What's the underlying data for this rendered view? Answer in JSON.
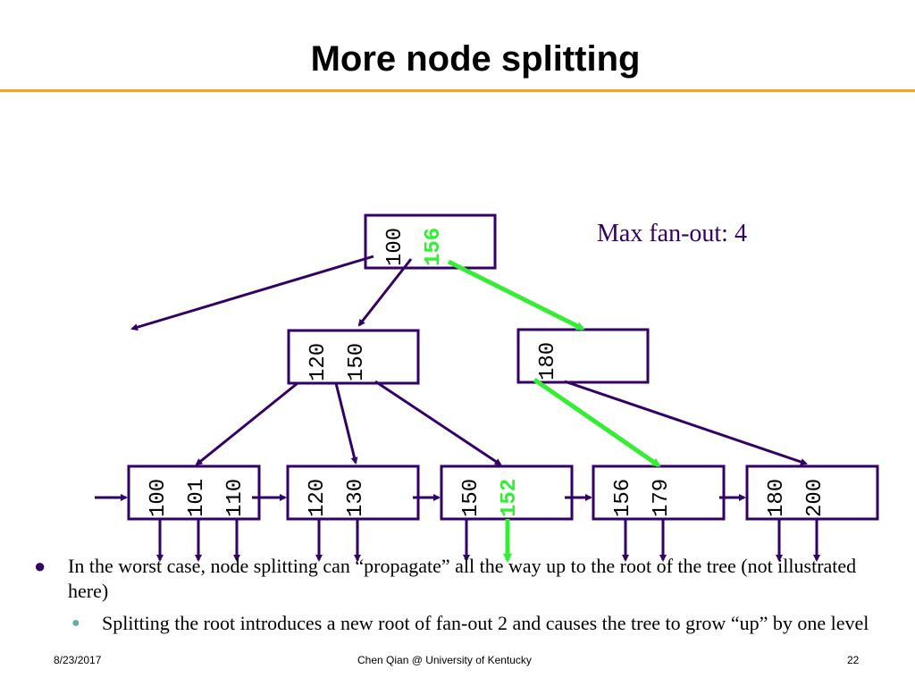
{
  "slide": {
    "title": "More node splitting",
    "annotation": "Max fan-out: 4"
  },
  "tree": {
    "root": {
      "keys": [
        "100",
        "156"
      ],
      "new_key": "156"
    },
    "internal": [
      {
        "keys": [
          "120",
          "150"
        ]
      },
      {
        "keys": [
          "180"
        ]
      }
    ],
    "leaves": [
      {
        "keys": [
          "100",
          "101",
          "110"
        ]
      },
      {
        "keys": [
          "120",
          "130"
        ]
      },
      {
        "keys": [
          "150",
          "152"
        ],
        "new_key": "152"
      },
      {
        "keys": [
          "156",
          "179"
        ]
      },
      {
        "keys": [
          "180",
          "200"
        ]
      }
    ]
  },
  "colors": {
    "node_border": "#330066",
    "pointer": "#330066",
    "highlight": "#33ee33",
    "title_rule": "#f2a516"
  },
  "bullets": [
    {
      "text": "In the worst case, node splitting can “propagate” all the way up to the root of the tree (not illustrated here)",
      "sub": [
        {
          "text": "Splitting the root introduces a new root of fan-out 2 and causes the tree to grow “up” by one level"
        }
      ]
    }
  ],
  "footer": {
    "date": "8/23/2017",
    "author": "Chen Qian @ University of Kentucky",
    "page": "22"
  }
}
